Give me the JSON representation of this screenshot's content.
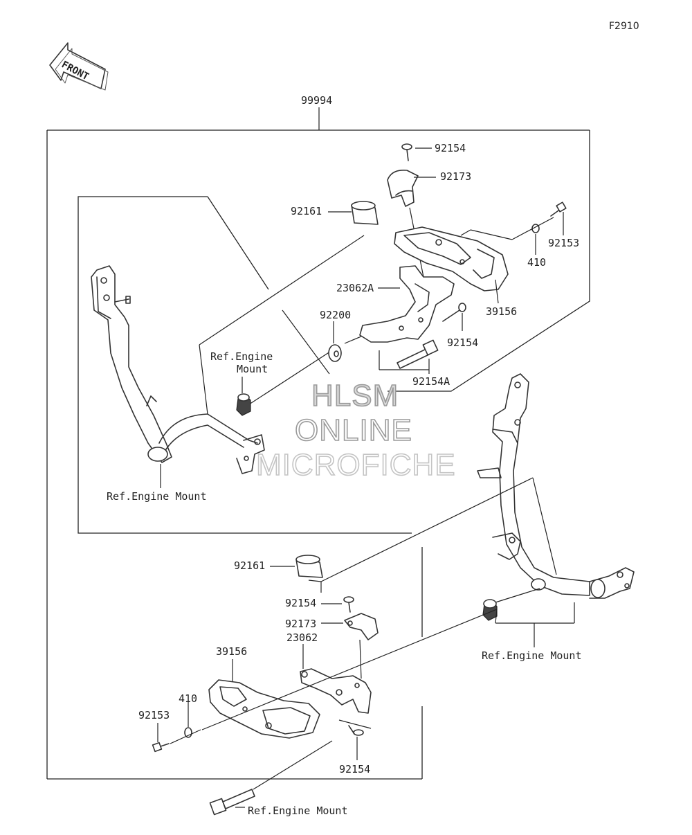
{
  "figure_id": "F2910",
  "direction_arrow": "FRONT",
  "kit_number": "99994",
  "watermark": {
    "line1": "HLSM",
    "line2": "ONLINE",
    "line3": "MICROFICHE"
  },
  "parts": {
    "p92154_top": "92154",
    "p92173_top": "92173",
    "p92161_top": "92161",
    "p92153_right": "92153",
    "p410_right": "410",
    "p23062A": "23062A",
    "p39156_top": "39156",
    "p92200": "92200",
    "p92154_mid": "92154",
    "p92154A": "92154A",
    "p92161_bottom": "92161",
    "p92154_bottom": "92154",
    "p92173_bottom": "92173",
    "p23062": "23062",
    "p39156_bottom": "39156",
    "p410_left": "410",
    "p92153_left": "92153",
    "p92154_lowest": "92154"
  },
  "refs": {
    "engine_mount_upper_1": "Ref.Engine",
    "engine_mount_upper_2": "Mount",
    "engine_mount_left": "Ref.Engine Mount",
    "engine_mount_right": "Ref.Engine Mount",
    "engine_mount_bottom": "Ref.Engine Mount"
  }
}
